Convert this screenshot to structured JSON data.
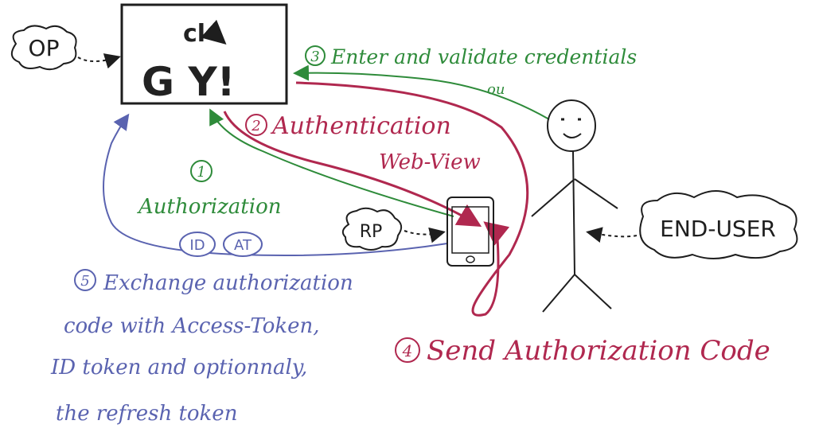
{
  "nodes": {
    "op": "OP",
    "rp": "RP",
    "end_user": "END-USER",
    "server_logo_top": "cl",
    "server_logo_main": "G Y!"
  },
  "steps": {
    "s1_num": "1",
    "s1_label": "Authorization",
    "s2_num": "2",
    "s2_label_1": "Authentication",
    "s2_label_2": "Web-View",
    "s3_num": "3",
    "s3_label": "Enter and validate credentials",
    "s3_or": "ou",
    "s4_num": "4",
    "s4_label": "Send Authorization Code",
    "s5_num": "5",
    "s5_line1": "Exchange authorization",
    "s5_line2": "code with Access-Token,",
    "s5_line3": "ID token and optionnaly,",
    "s5_line4": "the refresh token"
  },
  "tokens": {
    "id": "ID",
    "at": "AT"
  },
  "colors": {
    "green": "#2e8b3a",
    "crimson": "#b0284f",
    "blue": "#5a63b0",
    "ink": "#1e1e1e"
  }
}
